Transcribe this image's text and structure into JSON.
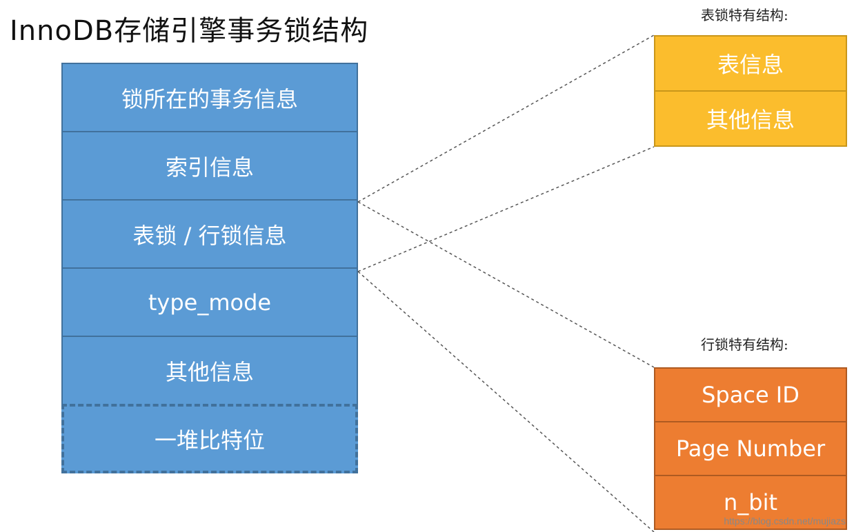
{
  "title": "InnoDB存储引擎事务锁结构",
  "lock_struct": {
    "items": [
      {
        "label": "锁所在的事务信息"
      },
      {
        "label": "索引信息"
      },
      {
        "label": "表锁 / 行锁信息"
      },
      {
        "label": "type_mode"
      },
      {
        "label": "其他信息"
      },
      {
        "label": "一堆比特位"
      }
    ]
  },
  "table_lock": {
    "heading": "表锁特有结构:",
    "items": [
      {
        "label": "表信息"
      },
      {
        "label": "其他信息"
      }
    ]
  },
  "row_lock": {
    "heading": "行锁特有结构:",
    "items": [
      {
        "label": "Space ID"
      },
      {
        "label": "Page Number"
      },
      {
        "label": "n_bit"
      }
    ]
  },
  "watermark": "https://blog.csdn.net/mujiazs",
  "colors": {
    "main_fill": "#5b9bd5",
    "table_lock_fill": "#fbbd2d",
    "row_lock_fill": "#ed7d31",
    "connector": "#555555"
  }
}
